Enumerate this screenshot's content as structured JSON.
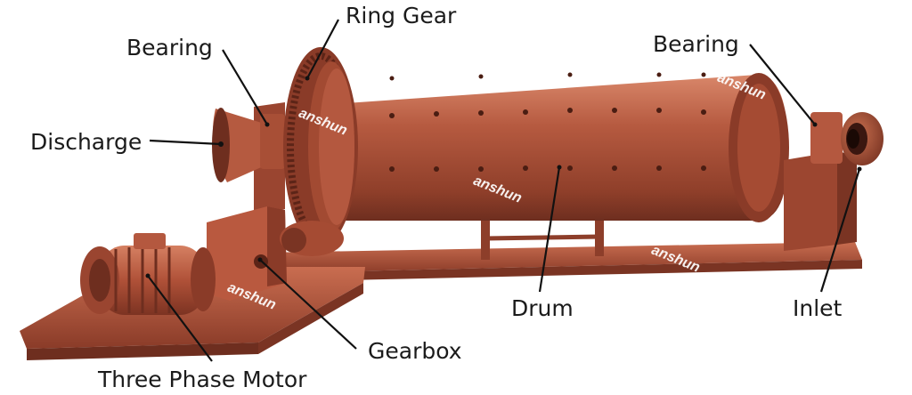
{
  "labels": {
    "ring_gear": "Ring Gear",
    "bearing_left": "Bearing",
    "bearing_right": "Bearing",
    "discharge": "Discharge",
    "drum": "Drum",
    "inlet": "Inlet",
    "gearbox": "Gearbox",
    "motor": "Three Phase Motor"
  },
  "watermark": "anshun",
  "colors": {
    "body": "#b4583f",
    "body_dark": "#7a3423",
    "body_light": "#d27a5c",
    "leader": "#111111"
  }
}
